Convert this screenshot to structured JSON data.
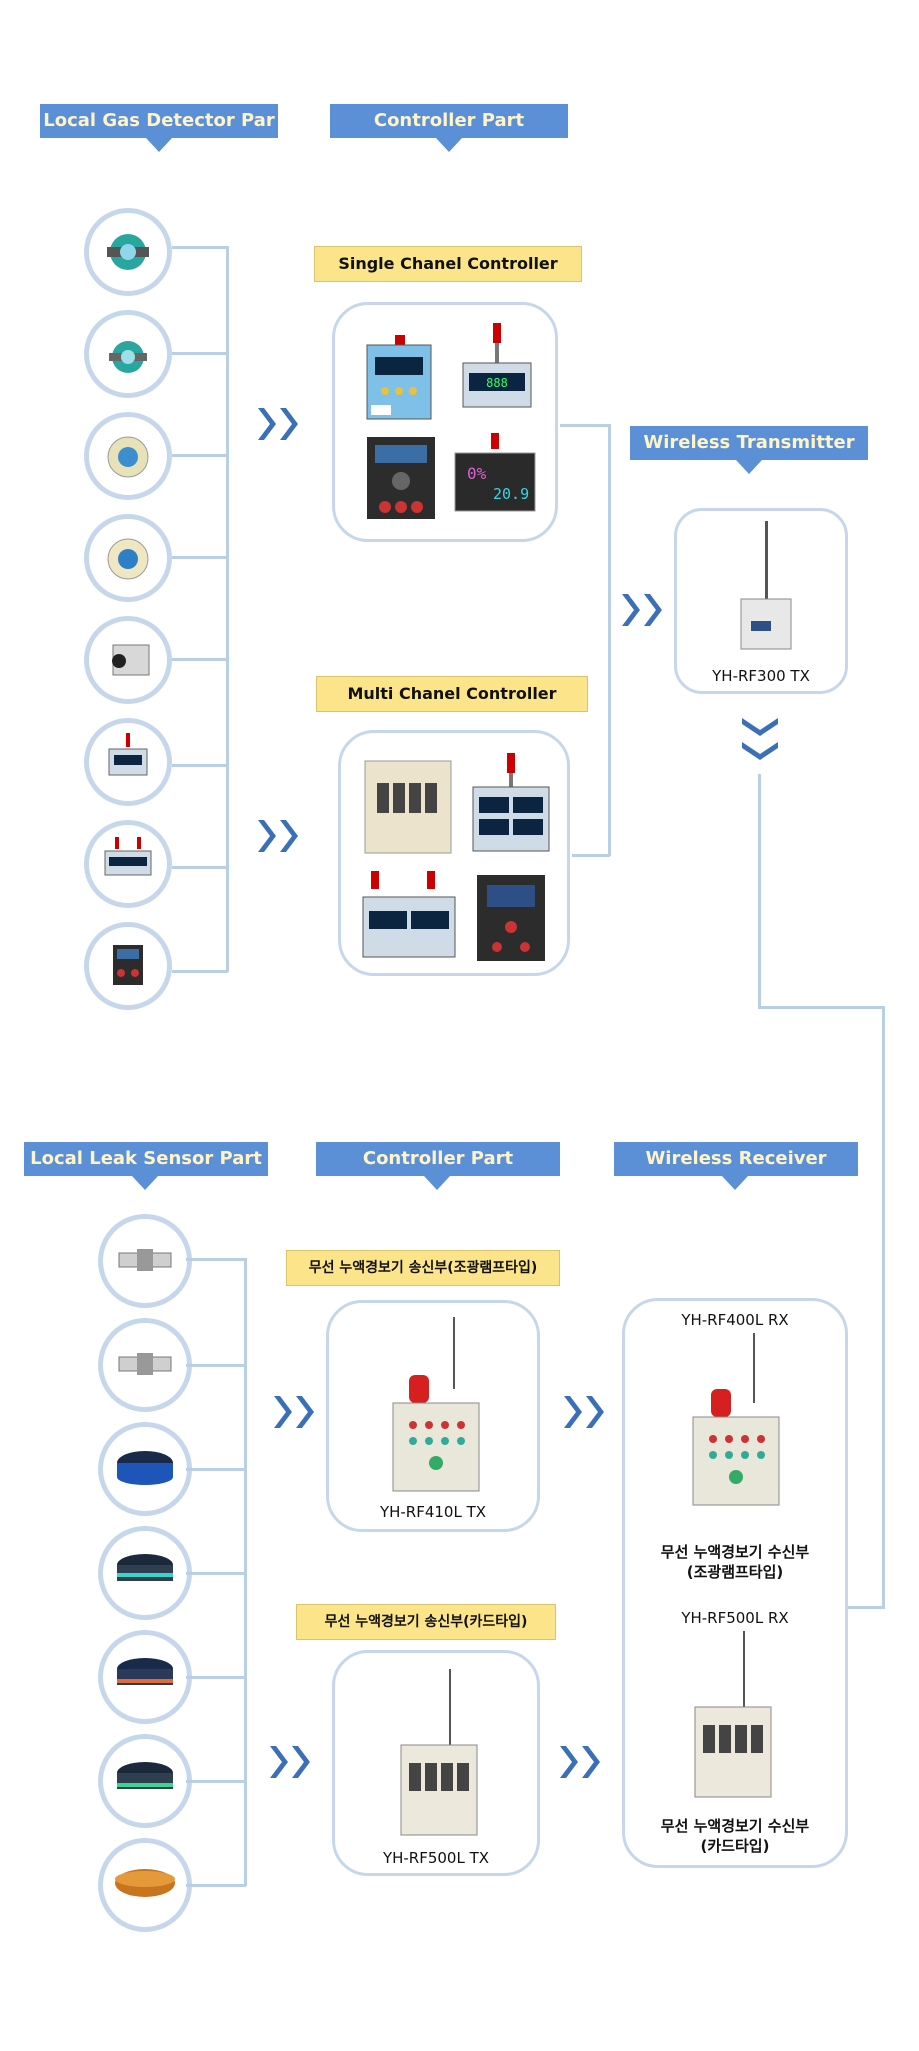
{
  "top": {
    "header_detector": "Local Gas Detector Par",
    "header_controller": "Controller Part",
    "header_transmitter": "Wireless Transmitter",
    "label_single": "Single Chanel Controller",
    "label_multi": "Multi Chanel Controller",
    "transmitter_caption": "YH-RF300 TX"
  },
  "bottom": {
    "header_sensor": "Local Leak Sensor Part",
    "header_controller": "Controller Part",
    "header_receiver": "Wireless Receiver",
    "label_lamp_tx": "무선 누액경보기 송신부(조광램프타입)",
    "label_card_tx": "무선 누액경보기 송신부(카드타입)",
    "caption_410_tx": "YH-RF410L TX",
    "caption_500_tx": "YH-RF500L TX",
    "caption_400_rx": "YH-RF400L RX",
    "caption_500_rx": "YH-RF500L RX",
    "rx_lamp_line1": "무선 누액경보기 수신부",
    "rx_lamp_line2": "(조광램프타입)",
    "rx_card_line1": "무선 누액경보기 수신부",
    "rx_card_line2": "(카드타입)"
  },
  "colors": {
    "header_blue": "#5b8fd6",
    "header_text": "#fff4c8",
    "label_yellow": "#fbe48a",
    "connector_blue": "#b9cfe6"
  },
  "icons": [
    "gas-detector-icon",
    "leak-sensor-icon",
    "controller-device-icon",
    "antenna-icon",
    "chevron-right-icon",
    "chevron-down-icon"
  ]
}
